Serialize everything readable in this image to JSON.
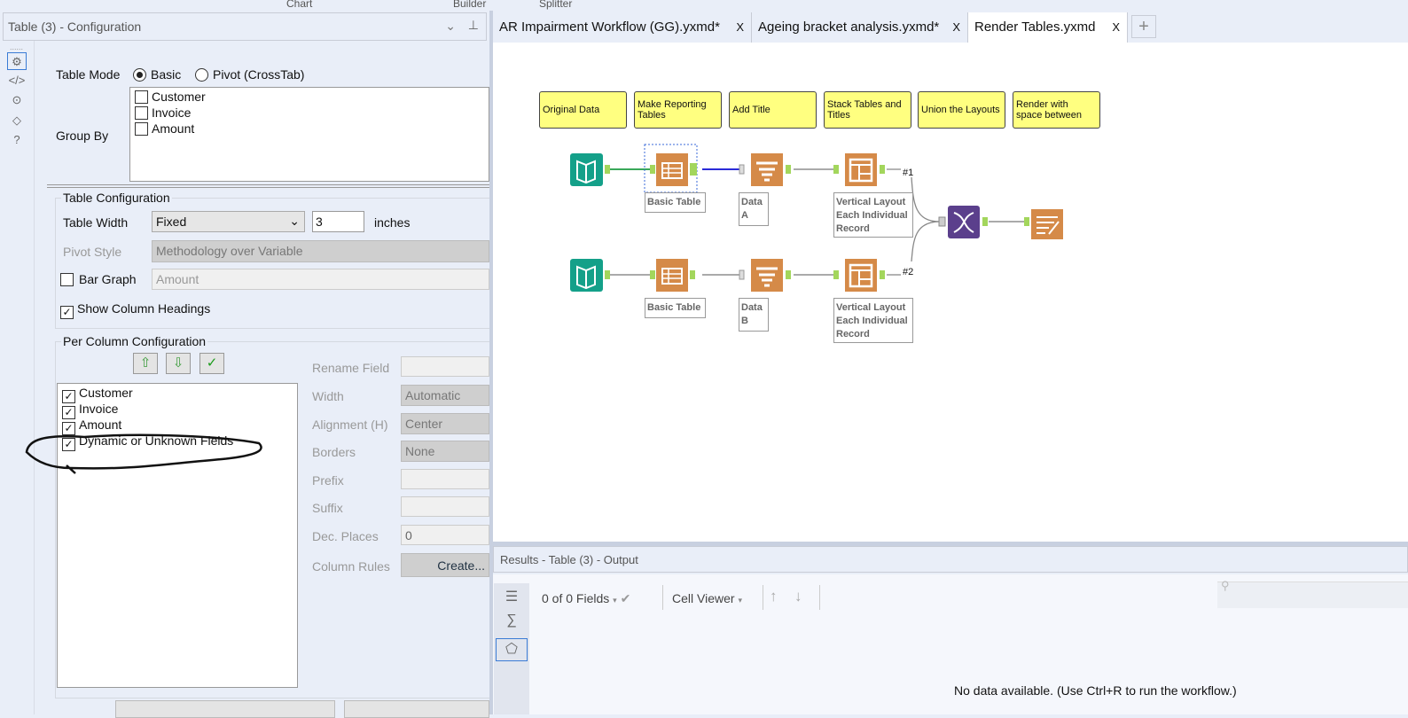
{
  "ribbon": {
    "labels": [
      "Chart",
      "Builder",
      "Splitter"
    ]
  },
  "config_panel": {
    "title": "Table (3) - Configuration",
    "side_icons": [
      "gear-icon",
      "code-icon",
      "target-icon",
      "tag-icon",
      "help-icon"
    ],
    "table_mode": {
      "label": "Table Mode",
      "options": [
        "Basic",
        "Pivot (CrossTab)"
      ],
      "selected": "Basic"
    },
    "group_by": {
      "label": "Group By",
      "items": [
        {
          "label": "Customer",
          "checked": false
        },
        {
          "label": "Invoice",
          "checked": false
        },
        {
          "label": "Amount",
          "checked": false
        }
      ]
    },
    "table_config": {
      "legend": "Table Configuration",
      "table_width_label": "Table Width",
      "table_width_value": "Fixed",
      "width_value": "3",
      "width_unit": "inches",
      "pivot_style_label": "Pivot Style",
      "pivot_style_value": "Methodology over Variable",
      "bar_graph_label": "Bar Graph",
      "bar_graph_checked": false,
      "bar_graph_field": "Amount",
      "show_headings_label": "Show Column Headings",
      "show_headings_checked": true
    },
    "per_column": {
      "legend": "Per Column Configuration",
      "buttons": [
        "move-up",
        "move-down",
        "check-all"
      ],
      "fields": [
        {
          "label": "Customer",
          "checked": true
        },
        {
          "label": "Invoice",
          "checked": true
        },
        {
          "label": "Amount",
          "checked": true
        },
        {
          "label": "Dynamic or Unknown Fields",
          "checked": true
        }
      ],
      "props": {
        "rename_label": "Rename Field",
        "rename_value": "",
        "width_label": "Width",
        "width_value": "Automatic",
        "align_label": "Alignment (H)",
        "align_value": "Center",
        "borders_label": "Borders",
        "borders_value": "None",
        "prefix_label": "Prefix",
        "prefix_value": "",
        "suffix_label": "Suffix",
        "suffix_value": "",
        "dec_label": "Dec. Places",
        "dec_value": "0",
        "rules_label": "Column Rules",
        "rules_button": "Create..."
      }
    }
  },
  "tabs": [
    {
      "label": "AR Impairment Workflow (GG).yxmd*",
      "active": false
    },
    {
      "label": "Ageing bracket analysis.yxmd*",
      "active": false
    },
    {
      "label": "Render Tables.yxmd",
      "active": true
    }
  ],
  "tab_close": "X",
  "tab_add": "+",
  "workflow": {
    "comments": [
      "Original Data",
      "Make Reporting Tables",
      "Add Title",
      "Stack Tables and Titles",
      "Union the Layouts",
      "Render with space between"
    ],
    "labels": {
      "basic_table_1": "Basic Table",
      "data_a": "Data A",
      "layout_1": "Vertical Layout Each Individual Record",
      "basic_table_2": "Basic Table",
      "data_b": "Data B",
      "layout_2": "Vertical Layout Each Individual Record"
    },
    "connection_labels": [
      "#1",
      "#2"
    ],
    "colors": {
      "input": "#14a089",
      "reporting": "#d58a48",
      "union": "#5b3f8c",
      "anchor": "#a3d65c",
      "selected_wire": "#2b2bd8"
    }
  },
  "results": {
    "title": "Results - Table (3) - Output",
    "fields": "0 of 0 Fields",
    "viewer": "Cell Viewer",
    "message": "No data available. (Use Ctrl+R to run the workflow.)"
  }
}
